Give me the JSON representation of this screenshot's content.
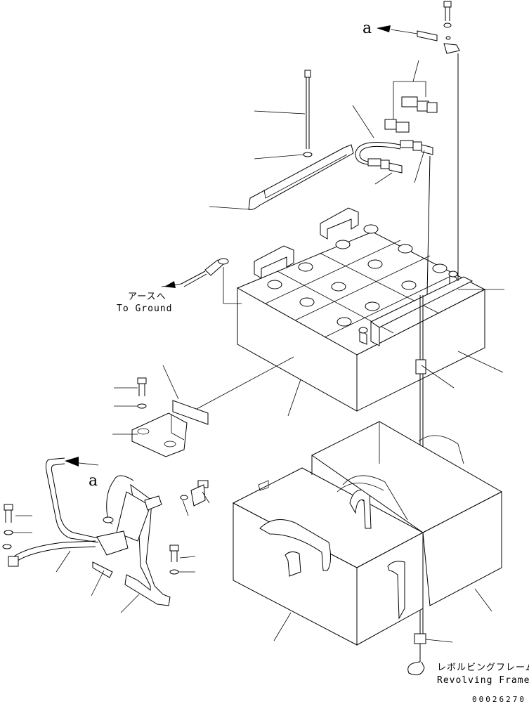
{
  "labels": {
    "callout_top": "a",
    "callout_left": "a",
    "ground_jp": "アースへ",
    "ground_en": "To Ground",
    "frame_jp": "レボルビングフレーム",
    "frame_en": "Revolving Frame",
    "drawing_number": "00026270"
  }
}
